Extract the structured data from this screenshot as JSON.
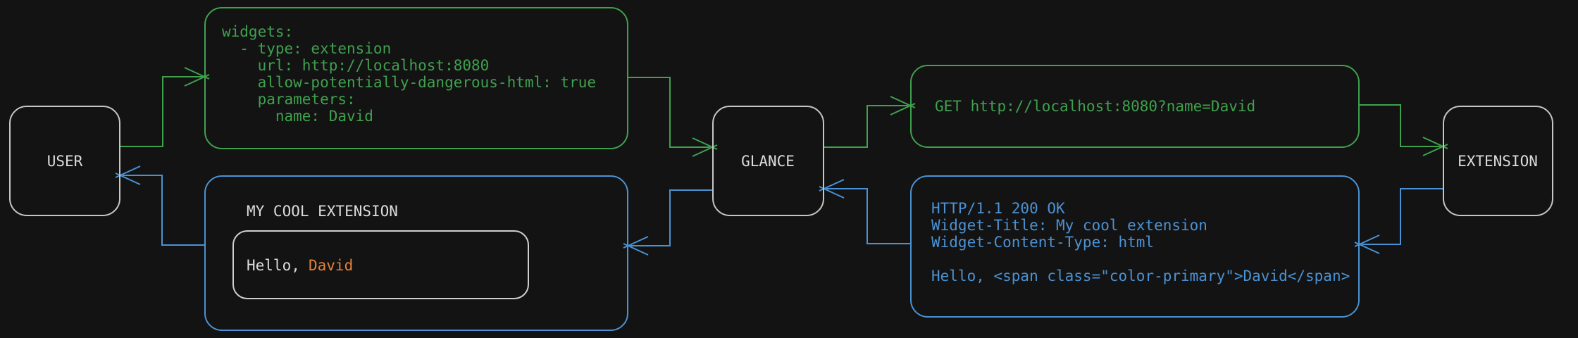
{
  "colors": {
    "background": "#131313",
    "node_border": "#c6c6c6",
    "text_primary": "#dcdcdc",
    "green": "#3fa14e",
    "blue": "#4b92d4",
    "orange": "#e5813a"
  },
  "nodes": {
    "user": "USER",
    "glance": "GLANCE",
    "extension": "EXTENSION"
  },
  "config_block": {
    "lines": [
      "widgets:",
      "  - type: extension",
      "    url: http://localhost:8080",
      "    allow-potentially-dangerous-html: true",
      "    parameters:",
      "      name: David"
    ]
  },
  "request_block": {
    "text": "GET http://localhost:8080?name=David"
  },
  "response_block": {
    "lines": [
      "HTTP/1.1 200 OK",
      "Widget-Title: My cool extension",
      "Widget-Content-Type: html",
      "",
      "Hello, <span class=\"color-primary\">David</span>"
    ]
  },
  "widget_preview": {
    "title": "MY COOL EXTENSION",
    "greeting_prefix": "Hello,",
    "greeting_name": "David"
  }
}
